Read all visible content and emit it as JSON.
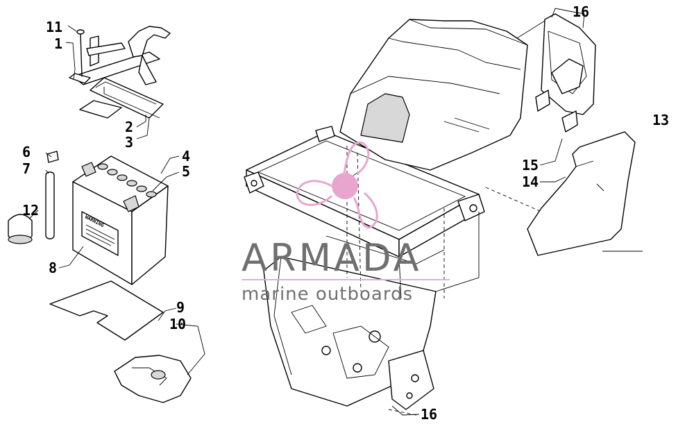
{
  "watermark": {
    "brand": "ARMADA",
    "tagline": "marine outboards",
    "logo_color": "#e8a6cf",
    "text_color": "#6f6f6f",
    "rule_color": "#d9b3d0"
  },
  "battery_warning_text": "WARNING",
  "callouts": [
    {
      "id": "11",
      "text": "11"
    },
    {
      "id": "1",
      "text": "1"
    },
    {
      "id": "2",
      "text": "2"
    },
    {
      "id": "3",
      "text": "3"
    },
    {
      "id": "6",
      "text": "6"
    },
    {
      "id": "7",
      "text": "7"
    },
    {
      "id": "4",
      "text": "4"
    },
    {
      "id": "5",
      "text": "5"
    },
    {
      "id": "12",
      "text": "12"
    },
    {
      "id": "8",
      "text": "8"
    },
    {
      "id": "9",
      "text": "9"
    },
    {
      "id": "10",
      "text": "10"
    },
    {
      "id": "16-top",
      "text": "16"
    },
    {
      "id": "13",
      "text": "13"
    },
    {
      "id": "15",
      "text": "15"
    },
    {
      "id": "14",
      "text": "14"
    },
    {
      "id": "16-bottom",
      "text": "16"
    }
  ]
}
